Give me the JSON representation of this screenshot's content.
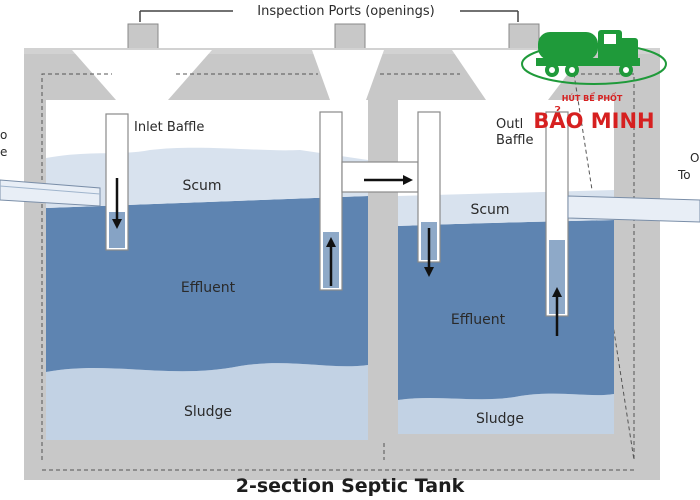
{
  "diagram": {
    "header": "Inspection Ports (openings)",
    "title": "2-section Septic Tank",
    "labels": {
      "inlet_baffle": "Inlet Baffle",
      "outlet_baffle_line1": "Outl",
      "outlet_baffle_line2": "Baffle",
      "scum_left": "Scum",
      "scum_right": "Scum",
      "effluent_left": "Effluent",
      "effluent_right": "Effluent",
      "sludge_left": "Sludge",
      "sludge_right": "Sludge",
      "left_edge_top": "o",
      "left_edge_bottom": "e",
      "right_edge_top": "O",
      "right_edge_bottom": "To"
    },
    "colors": {
      "wall": "#c8c8c8",
      "background": "#ffffff",
      "scum": "#d8e2ee",
      "effluent": "#5e84b1",
      "sludge": "#c2d2e4",
      "pipe": "#e8eef6",
      "arrow": "#111111"
    }
  },
  "logo": {
    "tagline": "HÚT BỂ PHỐT",
    "name": "BẢO MINH",
    "icon": "truck-icon",
    "colors": {
      "truck": "#1f9a3a",
      "text": "#d62020"
    }
  }
}
